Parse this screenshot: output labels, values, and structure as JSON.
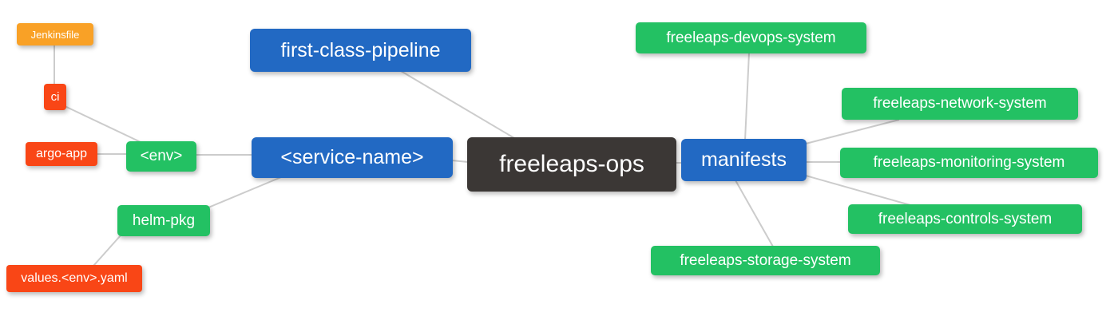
{
  "diagram": {
    "type": "mindmap",
    "background": "#ffffff",
    "edge_color": "#cccccc",
    "palette": {
      "root_node": "#3b3735",
      "branch_node": "#2269c3",
      "green_leaf": "#23c163",
      "red_leaf": "#f94616",
      "orange_leaf": "#f9a126",
      "node_text": "#ffffff"
    },
    "nodes": [
      {
        "id": "freeleaps-ops",
        "label": "freeleaps-ops"
      },
      {
        "id": "first-class-pipeline",
        "label": "first-class-pipeline"
      },
      {
        "id": "service-name",
        "label": "<service-name>"
      },
      {
        "id": "manifests",
        "label": "manifests"
      },
      {
        "id": "env",
        "label": "<env>"
      },
      {
        "id": "helm-pkg",
        "label": "helm-pkg"
      },
      {
        "id": "ci",
        "label": "ci"
      },
      {
        "id": "argo-app",
        "label": "argo-app"
      },
      {
        "id": "jenkinsfile",
        "label": "Jenkinsfile"
      },
      {
        "id": "values-env-yaml",
        "label": "values.<env>.yaml"
      },
      {
        "id": "freeleaps-devops-system",
        "label": "freeleaps-devops-system"
      },
      {
        "id": "freeleaps-network-system",
        "label": "freeleaps-network-system"
      },
      {
        "id": "freeleaps-monitoring-system",
        "label": "freeleaps-monitoring-system"
      },
      {
        "id": "freeleaps-controls-system",
        "label": "freeleaps-controls-system"
      },
      {
        "id": "freeleaps-storage-system",
        "label": "freeleaps-storage-system"
      }
    ],
    "edges": [
      {
        "from": "jenkinsfile",
        "to": "ci"
      },
      {
        "from": "ci",
        "to": "env"
      },
      {
        "from": "argo-app",
        "to": "env"
      },
      {
        "from": "env",
        "to": "service-name"
      },
      {
        "from": "helm-pkg",
        "to": "service-name"
      },
      {
        "from": "values-env-yaml",
        "to": "helm-pkg"
      },
      {
        "from": "first-class-pipeline",
        "to": "freeleaps-ops"
      },
      {
        "from": "service-name",
        "to": "freeleaps-ops"
      },
      {
        "from": "freeleaps-ops",
        "to": "manifests"
      },
      {
        "from": "manifests",
        "to": "freeleaps-devops-system"
      },
      {
        "from": "manifests",
        "to": "freeleaps-network-system"
      },
      {
        "from": "manifests",
        "to": "freeleaps-monitoring-system"
      },
      {
        "from": "manifests",
        "to": "freeleaps-controls-system"
      },
      {
        "from": "manifests",
        "to": "freeleaps-storage-system"
      }
    ]
  }
}
